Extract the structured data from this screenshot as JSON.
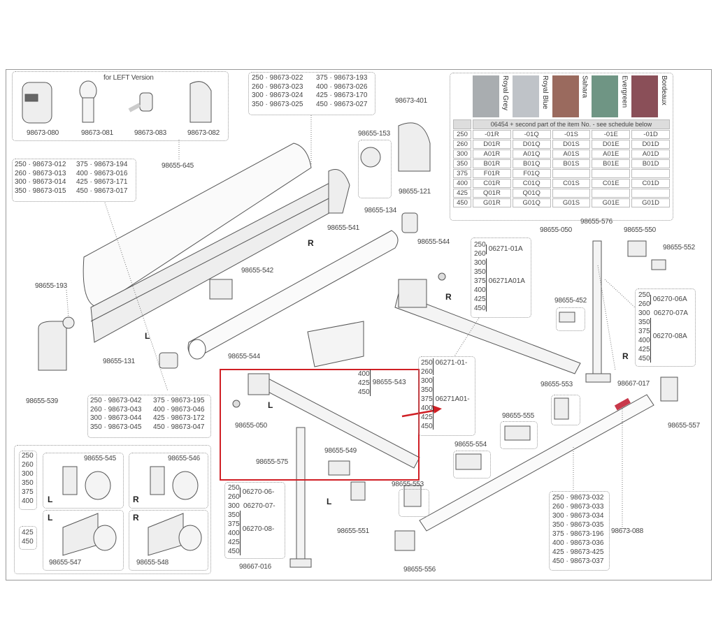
{
  "left_version": {
    "title": "for LEFT Version",
    "parts": [
      "98673-080",
      "98673-081",
      "98673-083",
      "98673-082"
    ],
    "group": "98655-645"
  },
  "roller_tube_list": [
    [
      "250 · 98673-022",
      "375 · 98673-193"
    ],
    [
      "260 · 98673-023",
      "400 · 98673-026"
    ],
    [
      "300 · 98673-024",
      "425 · 98673-170"
    ],
    [
      "350 · 98673-025",
      "450 · 98673-027"
    ]
  ],
  "case_list": [
    [
      "250 · 98673-012",
      "375 · 98673-194"
    ],
    [
      "260 · 98673-013",
      "400 · 98673-016"
    ],
    [
      "300 · 98673-014",
      "425 · 98673-171"
    ],
    [
      "350 · 98673-015",
      "450 · 98673-017"
    ]
  ],
  "tube_list": [
    [
      "250 · 98673-042",
      "375 · 98673-195"
    ],
    [
      "260 · 98673-043",
      "400 · 98673-046"
    ],
    [
      "300 · 98673-044",
      "425 · 98673-172"
    ],
    [
      "350 · 98673-045",
      "450 · 98673-047"
    ]
  ],
  "lead_rail_list": [
    "250 · 98673-032",
    "260 · 98673-033",
    "300 · 98673-034",
    "350 · 98673-035",
    "375 · 98673-196",
    "400 · 98673-036",
    "425 · 98673-425",
    "450 · 98673-037"
  ],
  "fabric_table": {
    "colors": [
      {
        "name": "Royal Grey",
        "hex": "#a9adb0"
      },
      {
        "name": "Royal Blue",
        "hex": "#bfc3c8"
      },
      {
        "name": "Sahara",
        "hex": "#9a6a5e"
      },
      {
        "name": "Evergreen",
        "hex": "#6f9584"
      },
      {
        "name": "Bordeaux",
        "hex": "#8a4f58"
      }
    ],
    "header": "06454 + second part of the item No. - see schedule below",
    "rows": [
      {
        "size": "250",
        "codes": [
          "-01R",
          "-01Q",
          "-01S",
          "-01E",
          "-01D"
        ]
      },
      {
        "size": "260",
        "codes": [
          "D01R",
          "D01Q",
          "D01S",
          "D01E",
          "D01D"
        ]
      },
      {
        "size": "300",
        "codes": [
          "A01R",
          "A01Q",
          "A01S",
          "A01E",
          "A01D"
        ]
      },
      {
        "size": "350",
        "codes": [
          "B01R",
          "B01Q",
          "B01S",
          "B01E",
          "B01D"
        ]
      },
      {
        "size": "375",
        "codes": [
          "F01R",
          "F01Q",
          "",
          "",
          ""
        ]
      },
      {
        "size": "400",
        "codes": [
          "C01R",
          "C01Q",
          "C01S",
          "C01E",
          "C01D"
        ]
      },
      {
        "size": "425",
        "codes": [
          "Q01R",
          "Q01Q",
          "",
          "",
          ""
        ]
      },
      {
        "size": "450",
        "codes": [
          "G01R",
          "G01Q",
          "G01S",
          "G01E",
          "G01D"
        ]
      }
    ]
  },
  "parts": {
    "p401": "98673-401",
    "p153": "98655-153",
    "p121": "98655-121",
    "p134": "98655-134",
    "p541": "98655-541",
    "p544a": "98655-544",
    "p542": "98655-542",
    "p193": "98655-193",
    "p539": "98655-539",
    "p131": "98655-131",
    "p050a": "98655-050",
    "p576": "98655-576",
    "p550": "98655-550",
    "p552": "98655-552",
    "p452": "98655-452",
    "p017": "98667-017",
    "p553a": "98655-553",
    "p557": "98655-557",
    "p555": "98655-555",
    "p554": "98655-554",
    "p544b": "98655-544",
    "p050b": "98655-050",
    "p575": "98655-575",
    "p549": "98655-549",
    "p553b": "98655-553",
    "p551": "98655-551",
    "p016": "98667-016",
    "p556": "98655-556",
    "p088": "98673-088",
    "p545": "98655-545",
    "p546": "98655-546",
    "p547": "98655-547",
    "p548": "98655-548",
    "p543": "98655-543"
  },
  "sides": {
    "R": "R",
    "L": "L"
  },
  "arm_right": {
    "rows": [
      {
        "sizes": [
          "250",
          "260"
        ],
        "code": "06271-01A"
      },
      {
        "sizes": [
          "300",
          "350",
          "375",
          "400",
          "425",
          "450"
        ],
        "code": "06271A01A"
      }
    ]
  },
  "arm_left": {
    "rows": [
      {
        "sizes": [
          "250",
          "260"
        ],
        "code": "06271-01-"
      },
      {
        "sizes": [
          "300",
          "350",
          "375",
          "400",
          "425",
          "450"
        ],
        "code": "06271A01-"
      }
    ]
  },
  "leg_right": {
    "rows": [
      {
        "sizes": [
          "250",
          "260"
        ],
        "code": "06270-06A"
      },
      {
        "sizes": [
          "300"
        ],
        "code": "06270-07A"
      },
      {
        "sizes": [
          "350",
          "375",
          "400",
          "425",
          "450"
        ],
        "code": "06270-08A"
      }
    ]
  },
  "leg_left": {
    "rows": [
      {
        "sizes": [
          "250",
          "260"
        ],
        "code": "06270-06-"
      },
      {
        "sizes": [
          "300"
        ],
        "code": "06270-07-"
      },
      {
        "sizes": [
          "350",
          "375",
          "400",
          "425",
          "450"
        ],
        "code": "06270-08-"
      }
    ]
  },
  "arm_543_sizes": [
    "400",
    "425",
    "450"
  ],
  "bracket_sizes_a": [
    "250",
    "260",
    "300",
    "350",
    "375",
    "400"
  ],
  "bracket_sizes_b": [
    "425",
    "450"
  ],
  "accent": {
    "highlight": "#d01f25"
  }
}
